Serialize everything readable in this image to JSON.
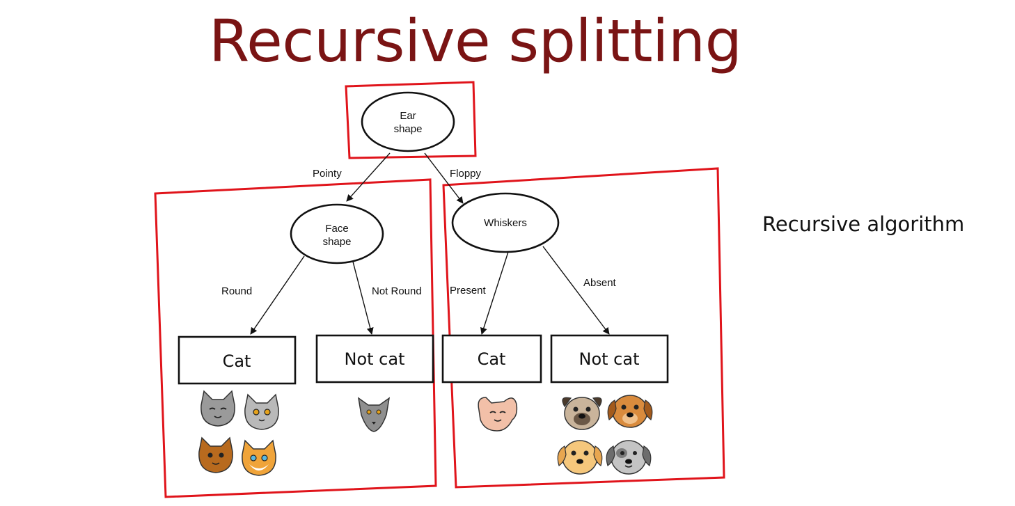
{
  "title": "Recursive splitting",
  "side_note": "Recursive algorithm",
  "colors": {
    "title": "#7a1414",
    "annotation": "#e0141b",
    "line": "#111111"
  },
  "nodes": {
    "root": [
      "Ear",
      "shape"
    ],
    "face": [
      "Face",
      "shape"
    ],
    "whiskers": [
      "Whiskers"
    ]
  },
  "edges": {
    "pointy": "Pointy",
    "floppy": "Floppy",
    "round": "Round",
    "not_round": "Not Round",
    "present": "Present",
    "absent": "Absent"
  },
  "leaves": {
    "leaf1": "Cat",
    "leaf2": "Not cat",
    "leaf3": "Cat",
    "leaf4": "Not cat"
  },
  "icons": {
    "leaf1": [
      "cat-face-icon",
      "cat-face-icon",
      "cat-face-icon",
      "cat-face-icon"
    ],
    "leaf2": [
      "cat-face-icon"
    ],
    "leaf3": [
      "cat-face-icon"
    ],
    "leaf4": [
      "dog-face-icon",
      "dog-face-icon",
      "dog-face-icon",
      "dog-face-icon"
    ]
  }
}
